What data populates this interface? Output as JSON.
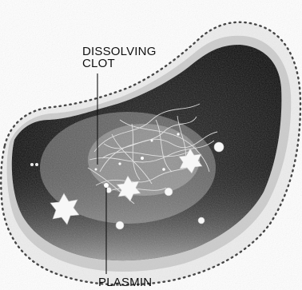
{
  "labels": {
    "dissolving_clot_line1": "DISSOLVING",
    "dissolving_clot_line2": "CLOT",
    "plasmin": "PLASMIN"
  },
  "colors": {
    "ink": "#111111",
    "vessel_dark": "#161616",
    "vessel_wall": "#8f8f8f",
    "background": "#ffffff"
  },
  "icons": {
    "cell": "star-shaped-cell-icon",
    "plasmin": "plasmin-dot-icon"
  }
}
